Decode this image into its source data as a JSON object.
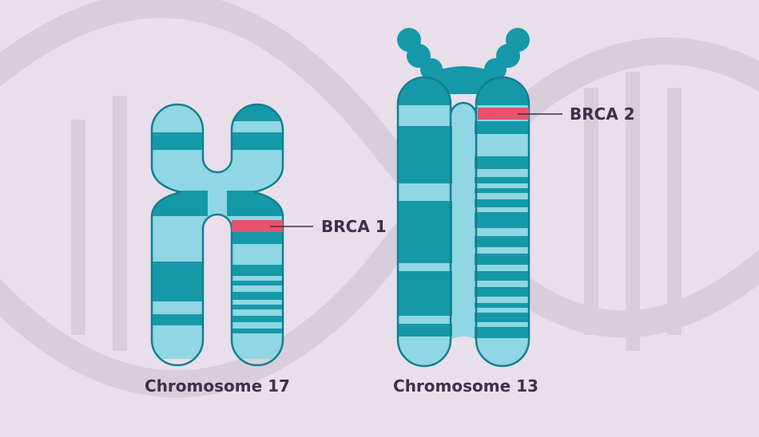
{
  "colors": {
    "background": "#e8dfeb",
    "dna_watermark": "#d8ceda",
    "light_band": "#90d6e4",
    "dark_band": "#1599a8",
    "outline": "#137f90",
    "gene_marker": "#e8526d",
    "label_text": "#3f3048"
  },
  "chromosome_17": {
    "label": "Chromosome 17",
    "gene": {
      "label": "BRCA 1"
    }
  },
  "chromosome_13": {
    "label": "Chromosome 13",
    "gene": {
      "label": "BRCA 2"
    }
  }
}
